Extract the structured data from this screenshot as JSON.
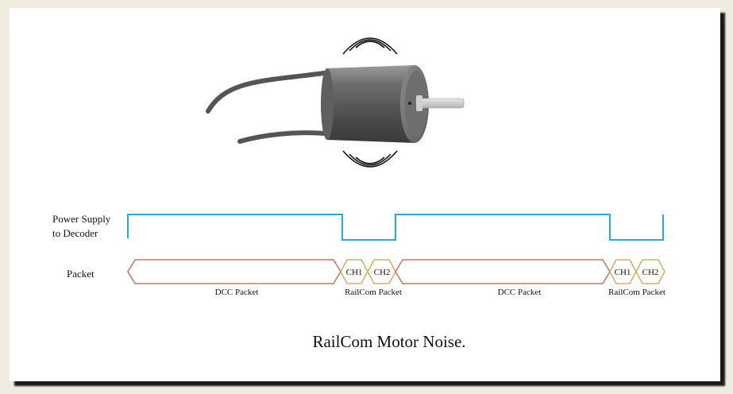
{
  "signal": {
    "label_line1": "Power Supply",
    "label_line2": "to Decoder",
    "color": "#2aa8e0"
  },
  "packet": {
    "label": "Packet",
    "dcc_color": "#c0786a",
    "ch_color": "#c8b46a",
    "ch1_first": "CH1",
    "ch2_first": "CH2",
    "ch1_second": "CH1",
    "ch2_second": "CH2",
    "dcc_label_first": "DCC Packet",
    "railcom_label_first": "RailCom Packet",
    "dcc_label_second": "DCC Packet",
    "railcom_label_second": "RailCom Packet"
  },
  "caption": "RailCom Motor Noise.",
  "illustration": {
    "subject": "motor-icon"
  }
}
